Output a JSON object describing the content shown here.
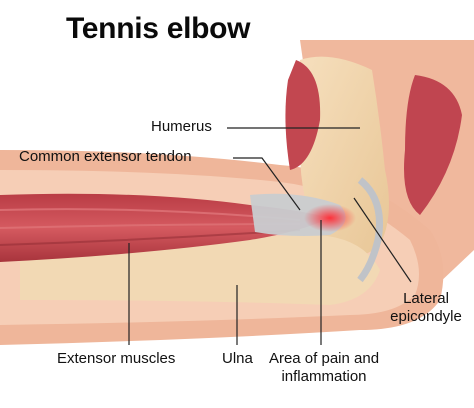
{
  "title": "Tennis elbow",
  "labels": {
    "humerus": "Humerus",
    "tendon": "Common extensor tendon",
    "lateral_line1": "Lateral",
    "lateral_line2": "epicondyle",
    "extensor": "Extensor muscles",
    "ulna": "Ulna",
    "pain_line1": "Area of pain and",
    "pain_line2": "inflammation"
  },
  "colors": {
    "skin_outer": "#efb69a",
    "skin_inner": "#f6ceb6",
    "bone": "#f2d7b0",
    "muscle": "#c8474e",
    "muscle_dark": "#9e2f37",
    "tendon": "#c9ccd0",
    "inflammation": "#e8303a"
  }
}
